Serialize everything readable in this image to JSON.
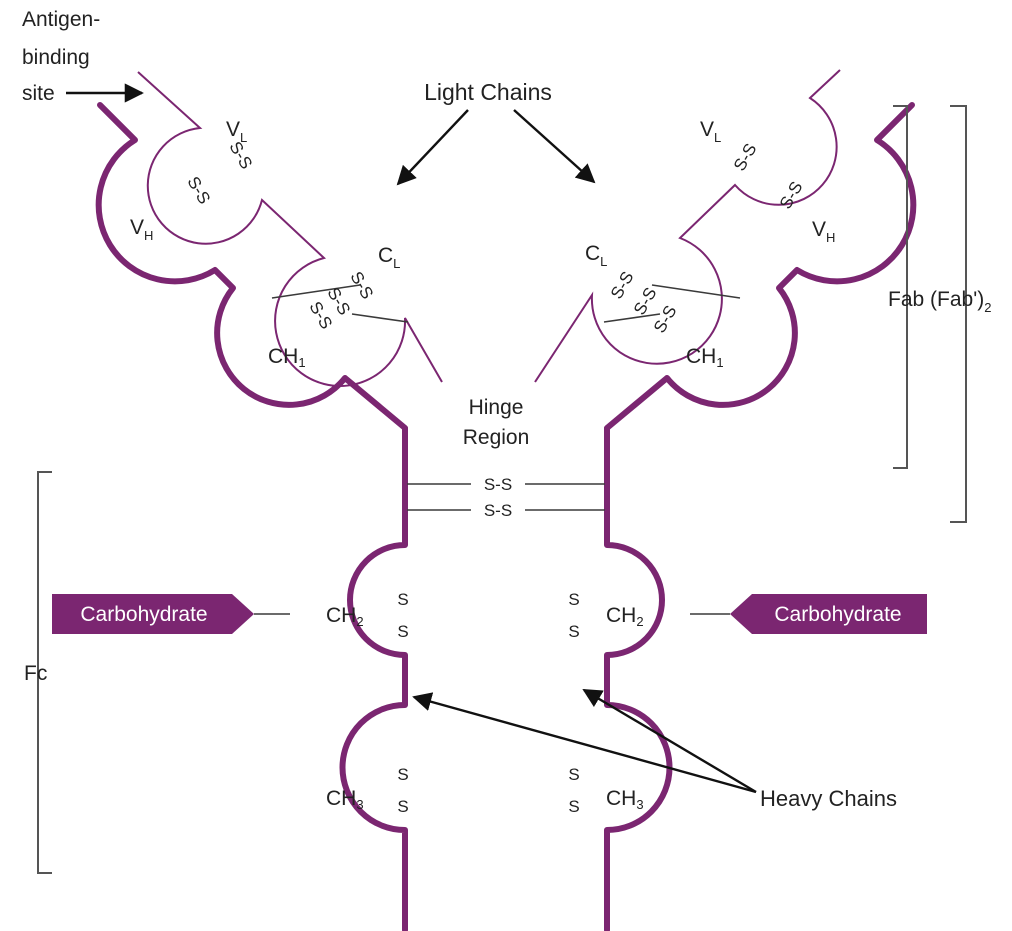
{
  "colors": {
    "heavy_chain": "#7b2671",
    "light_chain": "#7b2671",
    "carbohydrate_fill": "#7b2671"
  },
  "labels": {
    "antigen_line1": "Antigen-",
    "antigen_line2": "binding",
    "antigen_line3": "site",
    "light_chains": "Light Chains",
    "hinge_line1": "Hinge",
    "hinge_line2": "Region",
    "fab": "Fab (Fab')",
    "fab_sub": "2",
    "fc": "Fc",
    "heavy_chains": "Heavy Chains",
    "carbohydrate_left": "Carbohydrate",
    "carbohydrate_right": "Carbohydrate"
  },
  "domains": {
    "vl": "V",
    "vl_sub": "L",
    "vh": "V",
    "vh_sub": "H",
    "cl": "C",
    "cl_sub": "L",
    "ch1": "CH",
    "ch1_sub": "1",
    "ch2": "CH",
    "ch2_sub": "2",
    "ch3": "CH",
    "ch3_sub": "3"
  },
  "disulfide": {
    "bond": "S-S",
    "sulfur": "S"
  }
}
